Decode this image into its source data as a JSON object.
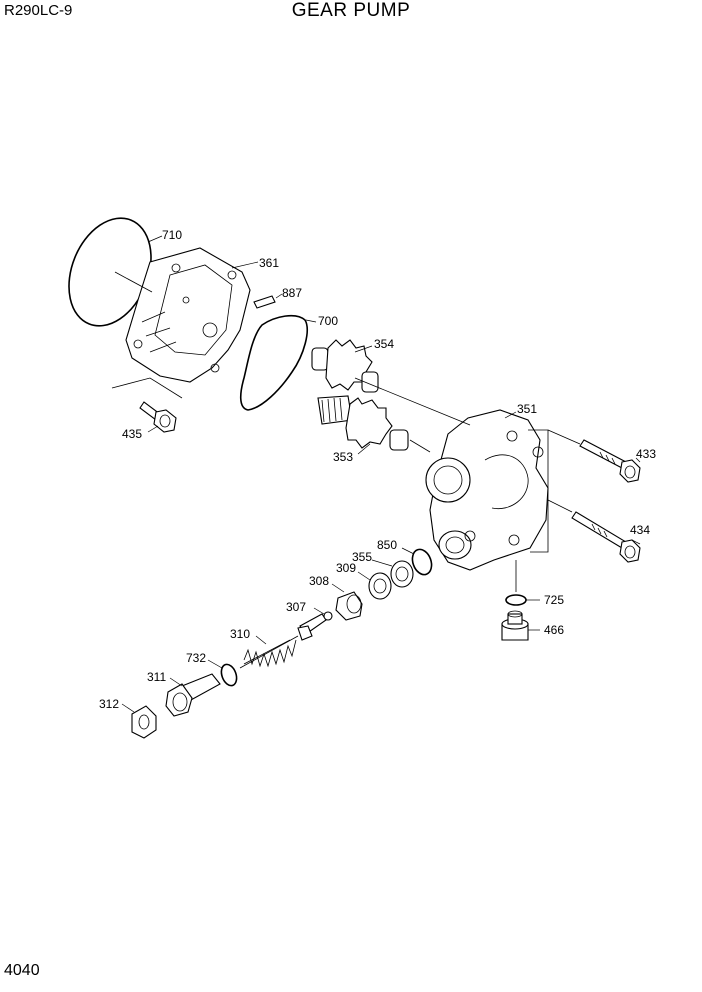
{
  "header": {
    "model": "R290LC-9",
    "title": "GEAR PUMP"
  },
  "footer": {
    "page_number": "4040"
  },
  "callouts": {
    "c710": "710",
    "c361": "361",
    "c887": "887",
    "c700": "700",
    "c354": "354",
    "c351": "351",
    "c435": "435",
    "c353": "353",
    "c433": "433",
    "c434": "434",
    "c850": "850",
    "c355": "355",
    "c309": "309",
    "c308": "308",
    "c307": "307",
    "c310": "310",
    "c725": "725",
    "c466": "466",
    "c732": "732",
    "c311": "311",
    "c312": "312"
  }
}
